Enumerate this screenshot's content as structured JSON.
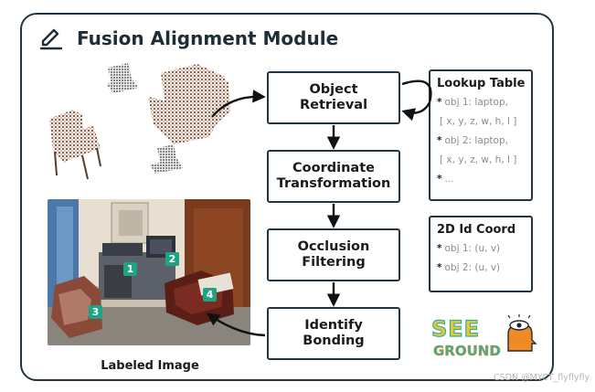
{
  "module": {
    "title": "Fusion Alignment Module",
    "icon": "pencil-icon"
  },
  "pipeline": {
    "steps": [
      {
        "line1": "Object",
        "line2": "Retrieval"
      },
      {
        "line1": "Coordinate",
        "line2": "Transformation"
      },
      {
        "line1": "Occlusion",
        "line2": "Filtering"
      },
      {
        "line1": "Identify",
        "line2": "Bonding"
      }
    ]
  },
  "lookup_table": {
    "title": "Lookup Table",
    "lines": [
      {
        "bullet": "*",
        "text": "obj 1: laptop,"
      },
      {
        "bullet": "",
        "text": "[ x, y, z, w, h, l ]"
      },
      {
        "bullet": "*",
        "text": "obj 2: laptop,"
      },
      {
        "bullet": "",
        "text": "[ x, y, z, w, h, l ]"
      },
      {
        "bullet": "*",
        "text": "..."
      }
    ]
  },
  "coord_table": {
    "title": "2D Id Coord",
    "lines": [
      {
        "bullet": "*",
        "text": "obj 1: (u, v)"
      },
      {
        "bullet": "*",
        "text": "obj 2: (u, v)"
      }
    ]
  },
  "labeled_image": {
    "caption": "Labeled Image",
    "badges": [
      "1",
      "2",
      "3",
      "4"
    ]
  },
  "logo": {
    "word1": "SEE",
    "word2": "GROUND",
    "icon": "eye-head-icon"
  },
  "watermark": "CSDN @MYCT_flyflyfly",
  "colors": {
    "frame": "#233540",
    "badge": "#1fa383",
    "logo_yellow": "#f4c430",
    "logo_teal": "#2bb3a3",
    "logo_orange": "#f08a24"
  }
}
